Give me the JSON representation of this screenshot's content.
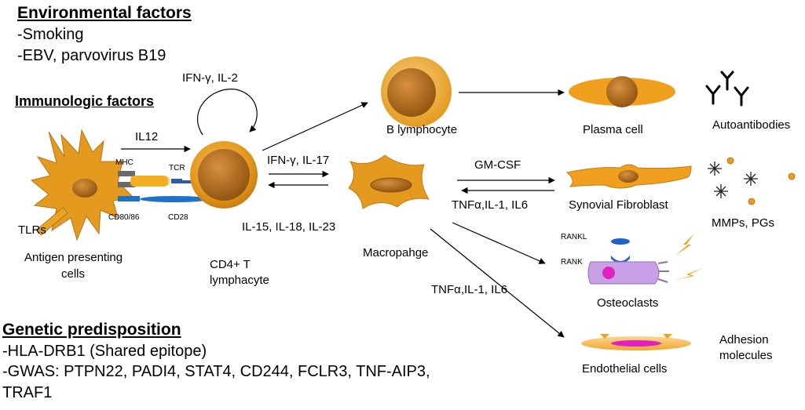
{
  "environmental": {
    "heading": "Environmental factors",
    "items": [
      "-Smoking",
      "-EBV, parvovirus B19"
    ]
  },
  "immunologic": {
    "heading": "Immunologic factors"
  },
  "genetic": {
    "heading": "Genetic predisposition",
    "items": [
      "-HLA-DRB1 (Shared epitope)",
      "-GWAS: PTPN22, PADI4, STAT4, CD244, FCLR3, TNF-AIP3,",
      "TRAF1"
    ]
  },
  "labels": {
    "ifn_il2": "IFN-γ, IL-2",
    "il12": "IL12",
    "mhc": "MHC",
    "tcr": "TCR",
    "cd80": "CD80/86",
    "cd28": "CD28",
    "tlrs": "TLRs",
    "apc_line1": "Antigen presenting",
    "apc_line2": "cells",
    "cd4_line1": "CD4+ T",
    "cd4_line2": "lymphacyte",
    "ifn_il17": "IFN-γ, IL-17",
    "il15": "IL-15, IL-18, IL-23",
    "b_lymphocyte": "B lymphocyte",
    "macrophage": "Macropahge",
    "plasma_cell": "Plasma cell",
    "autoantibodies": "Autoantibodies",
    "gmcsf": "GM-CSF",
    "tnf_upper": "TNFα,IL-1, IL6",
    "synovial": "Synovial Fibroblast",
    "mmps": "MMPs, PGs",
    "rankl": "RANKL",
    "rank": "RANK",
    "osteoclasts": "Osteoclasts",
    "tnf_lower": "TNFα,IL-1, IL6",
    "endothelial": "Endothelial cells",
    "adhesion_line1": "Adhesion",
    "adhesion_line2": "molecules"
  },
  "colors": {
    "cell_orange": "#E8A020",
    "cell_dark": "#B06A10",
    "cell_light": "#F5C060",
    "tcr_blue": "#2E5E9E",
    "cd28_blue": "#1E73C8",
    "osteoclast_purple": "#C9A0E8",
    "nucleus_magenta": "#E020C0",
    "rankl_blue": "#1E63C8"
  },
  "icons": [
    "antibody-icon",
    "mmp-star-icon",
    "lightning-icon"
  ]
}
